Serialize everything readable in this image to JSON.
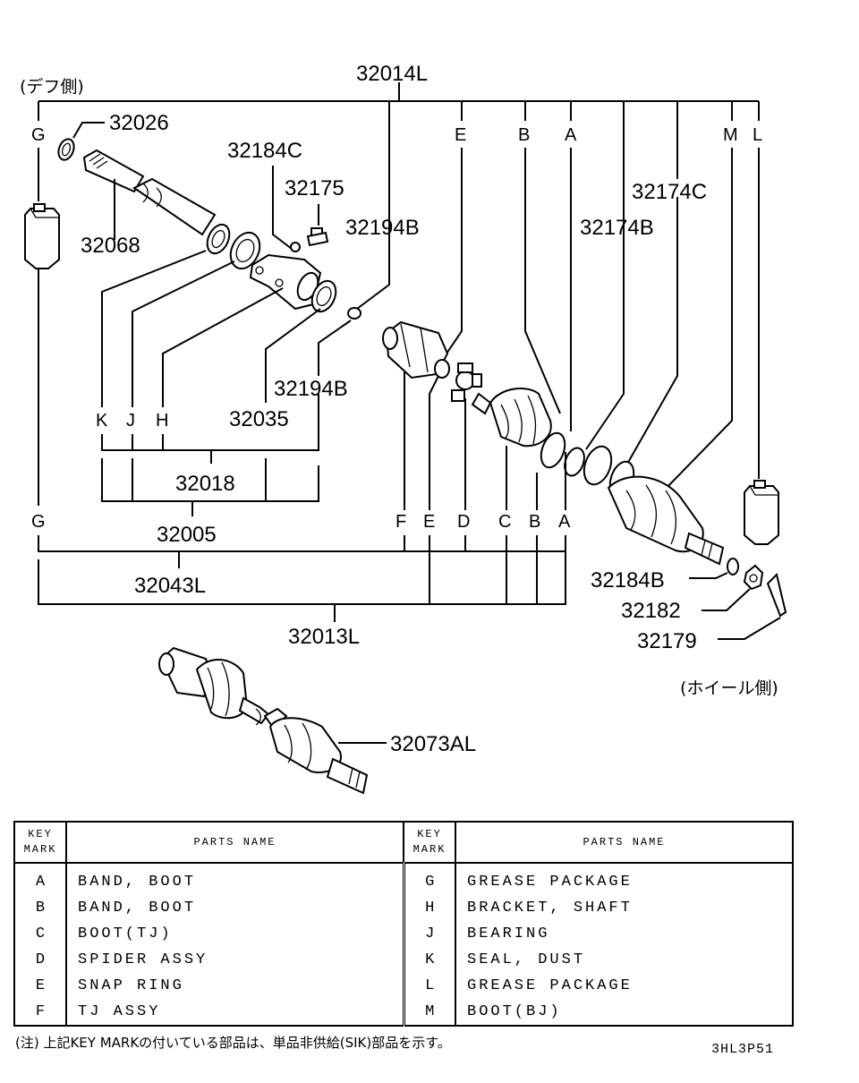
{
  "diagram": {
    "side_labels": {
      "diff_side": "(デフ側)",
      "wheel_side": "(ホイール側)"
    },
    "part_numbers": {
      "p32014L": "32014L",
      "p32026": "32026",
      "p32068": "32068",
      "p32184C": "32184C",
      "p32175": "32175",
      "p32194B_top": "32194B",
      "p32194B_mid": "32194B",
      "p32035": "32035",
      "p32018": "32018",
      "p32005": "32005",
      "p32043L": "32043L",
      "p32013L": "32013L",
      "p32174C": "32174C",
      "p32174B": "32174B",
      "p32184B": "32184B",
      "p32182": "32182",
      "p32179": "32179",
      "p32073AL": "32073AL"
    },
    "key_letters_top": [
      "G",
      "E",
      "B",
      "A",
      "M",
      "L"
    ],
    "key_letters_left": [
      "K",
      "J",
      "H"
    ],
    "key_letters_bottom": [
      "G",
      "F",
      "E",
      "D",
      "C",
      "B",
      "A"
    ]
  },
  "table": {
    "header": {
      "key_mark_1": "KEY",
      "key_mark_2": "MARK",
      "parts_name": "PARTS NAME"
    },
    "left_rows": [
      {
        "key": "A",
        "name": "BAND, BOOT"
      },
      {
        "key": "B",
        "name": "BAND, BOOT"
      },
      {
        "key": "C",
        "name": "BOOT(TJ)"
      },
      {
        "key": "D",
        "name": "SPIDER ASSY"
      },
      {
        "key": "E",
        "name": "SNAP RING"
      },
      {
        "key": "F",
        "name": "TJ ASSY"
      }
    ],
    "right_rows": [
      {
        "key": "G",
        "name": "GREASE PACKAGE"
      },
      {
        "key": "H",
        "name": "BRACKET, SHAFT"
      },
      {
        "key": "J",
        "name": "BEARING"
      },
      {
        "key": "K",
        "name": "SEAL, DUST"
      },
      {
        "key": "L",
        "name": "GREASE PACKAGE"
      },
      {
        "key": "M",
        "name": "BOOT(BJ)"
      }
    ]
  },
  "footnote": "(注) 上記KEY MARKの付いている部品は、単品非供給(SIK)部品を示す。",
  "drawing_code": "3HL3P51"
}
